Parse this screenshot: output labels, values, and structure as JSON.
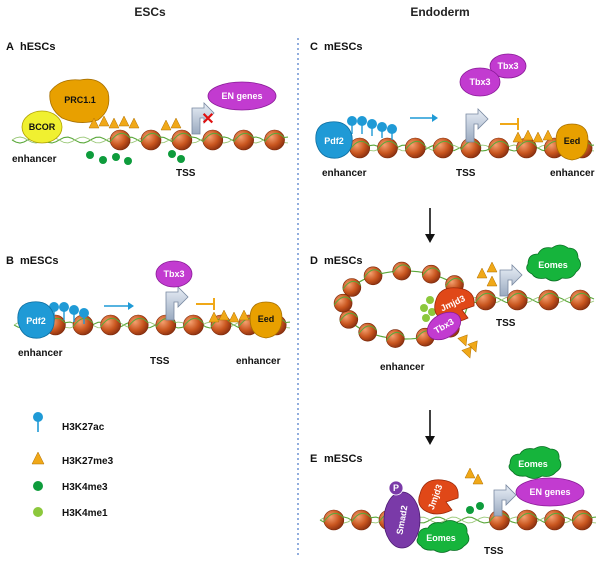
{
  "headers": {
    "left": "ESCs",
    "right": "Endoderm"
  },
  "panels": {
    "A": {
      "letter": "A",
      "title": "hESCs",
      "enhancer": "enhancer",
      "tss": "TSS",
      "prc": "PRC1.1",
      "bcor": "BCOR",
      "gene": "EN genes"
    },
    "B": {
      "letter": "B",
      "title": "mESCs",
      "enhancer_left": "enhancer",
      "tss": "TSS",
      "enhancer_right": "enhancer",
      "pdf2": "Pdf2",
      "tbx3": "Tbx3",
      "eed": "Eed"
    },
    "C": {
      "letter": "C",
      "title": "mESCs",
      "enhancer_left": "enhancer",
      "tss": "TSS",
      "enhancer_right": "enhancer",
      "pdf2": "Pdf2",
      "tbx3a": "Tbx3",
      "tbx3b": "Tbx3",
      "eed": "Eed"
    },
    "D": {
      "letter": "D",
      "title": "mESCs",
      "enhancer": "enhancer",
      "tss": "TSS",
      "jmjd3": "Jmjd3",
      "tbx3": "Tbx3",
      "eomes": "Eomes"
    },
    "E": {
      "letter": "E",
      "title": "mESCs",
      "tss": "TSS",
      "smad2": "Smad2",
      "p": "P",
      "jmjd3": "Jmjd3",
      "eomes_bottom": "Eomes",
      "eomes_top": "Eomes",
      "gene": "EN genes"
    }
  },
  "legend": [
    {
      "label": "H3K27ac",
      "shape": "lollipop",
      "color": "#1f9ad6"
    },
    {
      "label": "H3K27me3",
      "shape": "arrow",
      "color": "#f0a818"
    },
    {
      "label": "H3K4me3",
      "shape": "dot",
      "color": "#0e9c3c"
    },
    {
      "label": "H3K4me1",
      "shape": "dot",
      "color": "#8cc83c"
    }
  ],
  "colors": {
    "nucleosome": "#c8551e",
    "dna_green": "#5aa83a",
    "pdf2": "#1f9ad6",
    "tbx3": "#c23bd0",
    "eed": "#e8a000",
    "prc": "#e8a000",
    "bcor": "#f0f030",
    "jmjd3": "#e04818",
    "smad2": "#7a3aa8",
    "eomes": "#16b43c",
    "en_genes": "#c23bd0",
    "repress": "#f0a818",
    "activate_arrow": "#1f9ad6",
    "divider": "#4a78c8"
  }
}
